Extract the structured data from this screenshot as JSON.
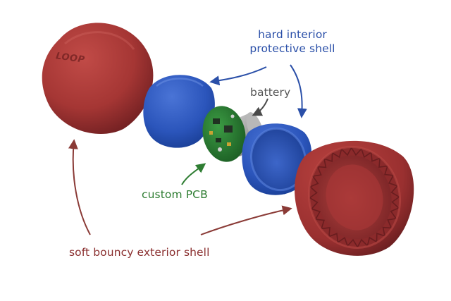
{
  "labels": {
    "hard_interior_line1": "hard interior",
    "hard_interior_line2": "protective shell",
    "battery": "battery",
    "custom_pcb": "custom PCB",
    "soft_bouncy": "soft bouncy exterior shell"
  },
  "logo": {
    "text": "LOOP"
  },
  "colors": {
    "soft_shell": "#a83434",
    "soft_shell_dark": "#6e1f1f",
    "hard_shell": "#2d55b8",
    "hard_shell_dark": "#173a8c",
    "pcb": "#2e7d32",
    "battery": "#9e9e9e",
    "label_blue": "#2a4fa8",
    "label_green": "#2e7d32",
    "label_gray": "#555555",
    "label_red": "#8a2f2f",
    "arrow_blue": "#2a4fa8",
    "arrow_green": "#2e7d32",
    "arrow_gray": "#4a4a4a",
    "arrow_red": "#8a3a36"
  }
}
